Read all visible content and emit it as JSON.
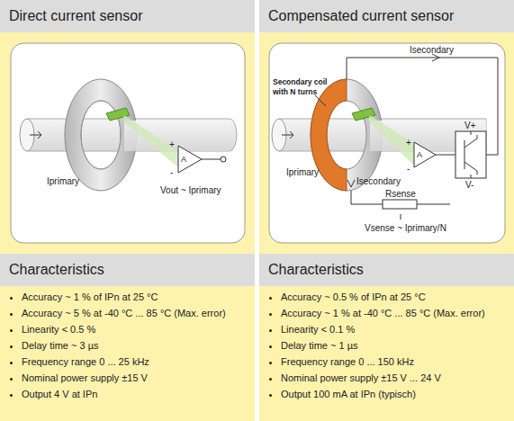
{
  "diagram": {
    "nodes": [
      {
        "text": [
          "Direct current sensor"
        ]
      },
      {
        "text": [
          "Compensated current sensor"
        ]
      },
      {
        "text": [
          "Characteristics",
          "Accuracy ~ 1 % of IPn at 25 °C",
          "Accuracy ~ 5 % at -40 °C ... 85 °C (Max. error)",
          "Linearity < 0.5 %",
          "Delay time ~ 3 µs",
          "Frequency range 0 ... 25 kHz",
          "Nominal power supply ±15 V",
          "Output 4 V at IPn"
        ]
      },
      {
        "text": [
          "Characteristics",
          "Accuracy ~ 0.5 % of IPn at 25 °C",
          "Accuracy ~ 1 % at -40 °C ... 85 °C (Max. error)",
          "Linearity < 0.1 %",
          "Delay time ~ 1 µs",
          "Frequency range 0 ... 150 kHz",
          "Nominal power supply ±15 V ... 24 V",
          "Output 100 mA at IPn (typisch)"
        ]
      }
    ],
    "labels": [
      "Iprimary",
      "+",
      "-",
      "A",
      "Vout ~ Iprimary",
      "Secondary coil with N turns",
      "Isecondary",
      "Isecondary",
      "Iprimary",
      "A",
      "+",
      "-",
      "V+",
      "V-",
      "Rsense",
      "Vsense ~ Iprimary/N"
    ]
  }
}
